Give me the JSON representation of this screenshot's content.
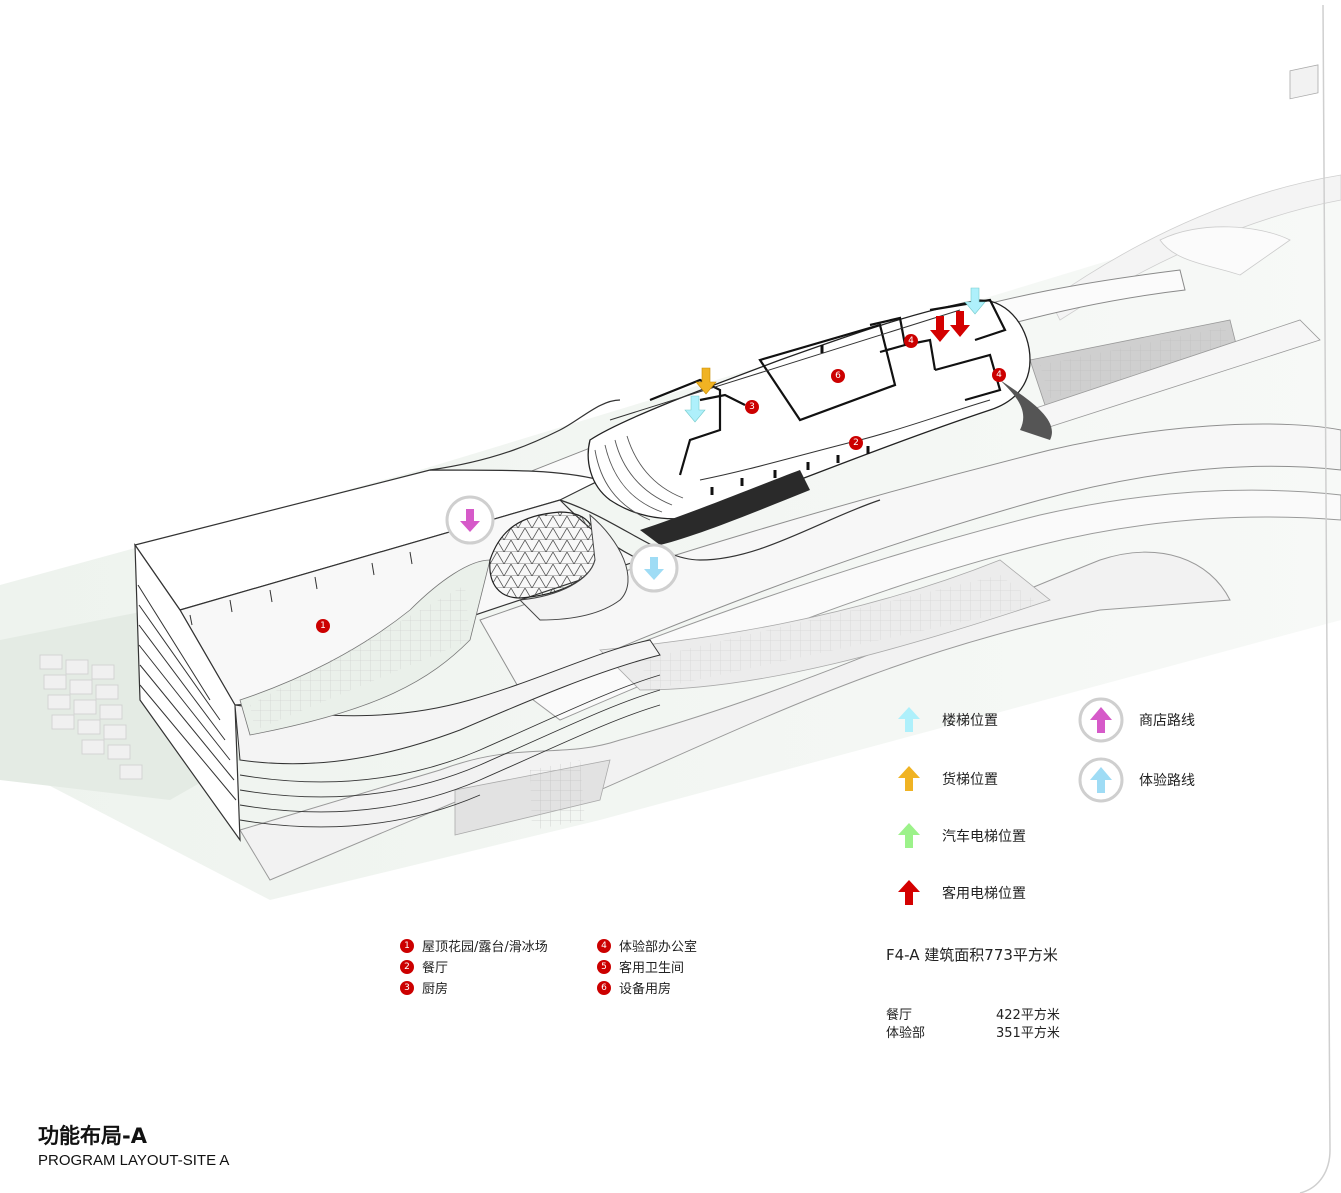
{
  "title": {
    "cn": "功能布局-A",
    "en": "PROGRAM LAYOUT-SITE A"
  },
  "area": {
    "heading": "F4-A 建筑面积773平方米",
    "rows": [
      {
        "name": "餐厅",
        "value": "422平方米"
      },
      {
        "name": "体验部",
        "value": "351平方米"
      }
    ]
  },
  "program_key": [
    {
      "num": "1",
      "label": "屋顶花园/露台/滑冰场"
    },
    {
      "num": "2",
      "label": "餐厅"
    },
    {
      "num": "3",
      "label": "厨房"
    },
    {
      "num": "4",
      "label": "体验部办公室"
    },
    {
      "num": "5",
      "label": "客用卫生间"
    },
    {
      "num": "6",
      "label": "设备用房"
    }
  ],
  "legend": [
    {
      "label": "楼梯位置",
      "color": "#aef0fb",
      "icon": "arrow-up-icon",
      "style": "plain"
    },
    {
      "label": "货梯位置",
      "color": "#f0b323",
      "icon": "arrow-up-icon",
      "style": "plain"
    },
    {
      "label": "汽车电梯位置",
      "color": "#9cf28a",
      "icon": "arrow-up-icon",
      "style": "plain"
    },
    {
      "label": "客用电梯位置",
      "color": "#d40000",
      "icon": "arrow-up-icon",
      "style": "plain"
    },
    {
      "label": "商店路线",
      "color": "#d65ac9",
      "icon": "arrow-up-circle-icon",
      "style": "circle"
    },
    {
      "label": "体验路线",
      "color": "#9fdcf5",
      "icon": "arrow-up-circle-icon",
      "style": "circle"
    }
  ],
  "plan_labels": [
    {
      "num": "1"
    },
    {
      "num": "2"
    },
    {
      "num": "3"
    },
    {
      "num": "4"
    },
    {
      "num": "4"
    },
    {
      "num": "6"
    }
  ],
  "colors": {
    "accent_red": "#cc0000",
    "text": "#222222"
  }
}
